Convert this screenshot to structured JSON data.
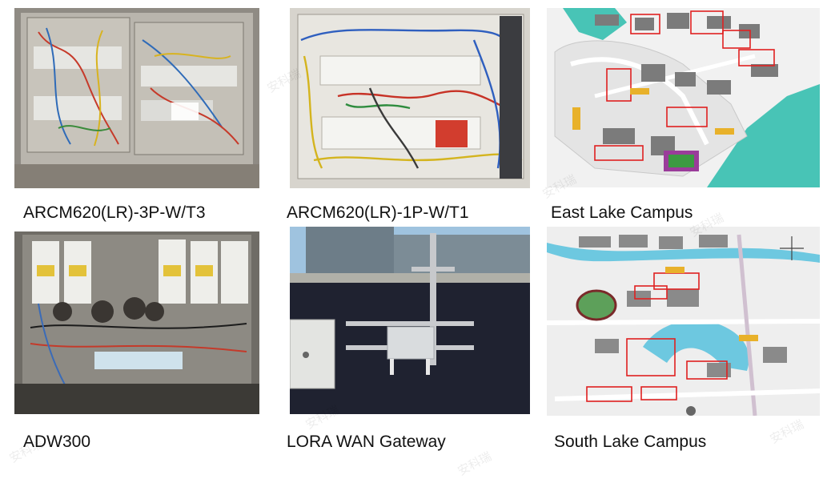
{
  "tiles": [
    {
      "caption": "ARCM620(LR)-3P-W/T3"
    },
    {
      "caption": "ARCM620(LR)-1P-W/T1"
    },
    {
      "caption": "East Lake Campus"
    },
    {
      "caption": "ADW300"
    },
    {
      "caption": "LORA WAN Gateway"
    },
    {
      "caption": "South Lake Campus"
    }
  ],
  "watermark": "安科瑞",
  "colors": {
    "cabinet_bg": "#b7b3ab",
    "map_bg": "#f1f1f1",
    "map_water": "#48c4b6",
    "map_building": "#7b7b7b",
    "map_highlight": "#e02020",
    "map_road_label": "#e8b12a",
    "sky": "#9fc3df",
    "wall_dark": "#1f2230"
  }
}
